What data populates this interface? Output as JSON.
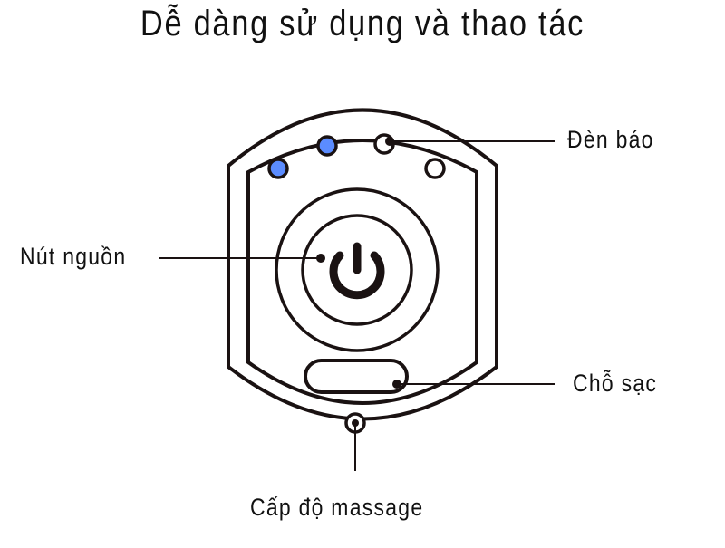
{
  "title": "Dễ dàng sử dụng và thao tác",
  "labels": {
    "indicator_light": "Đèn báo",
    "power_button": "Nút nguồn",
    "charging_port": "Chỗ sạc",
    "massage_level": "Cấp độ massage"
  },
  "colors": {
    "stroke": "#1a1212",
    "led_on": "#5b8cff",
    "background": "#ffffff"
  },
  "leds": [
    {
      "state": "on"
    },
    {
      "state": "on"
    },
    {
      "state": "off"
    },
    {
      "state": "off"
    }
  ]
}
